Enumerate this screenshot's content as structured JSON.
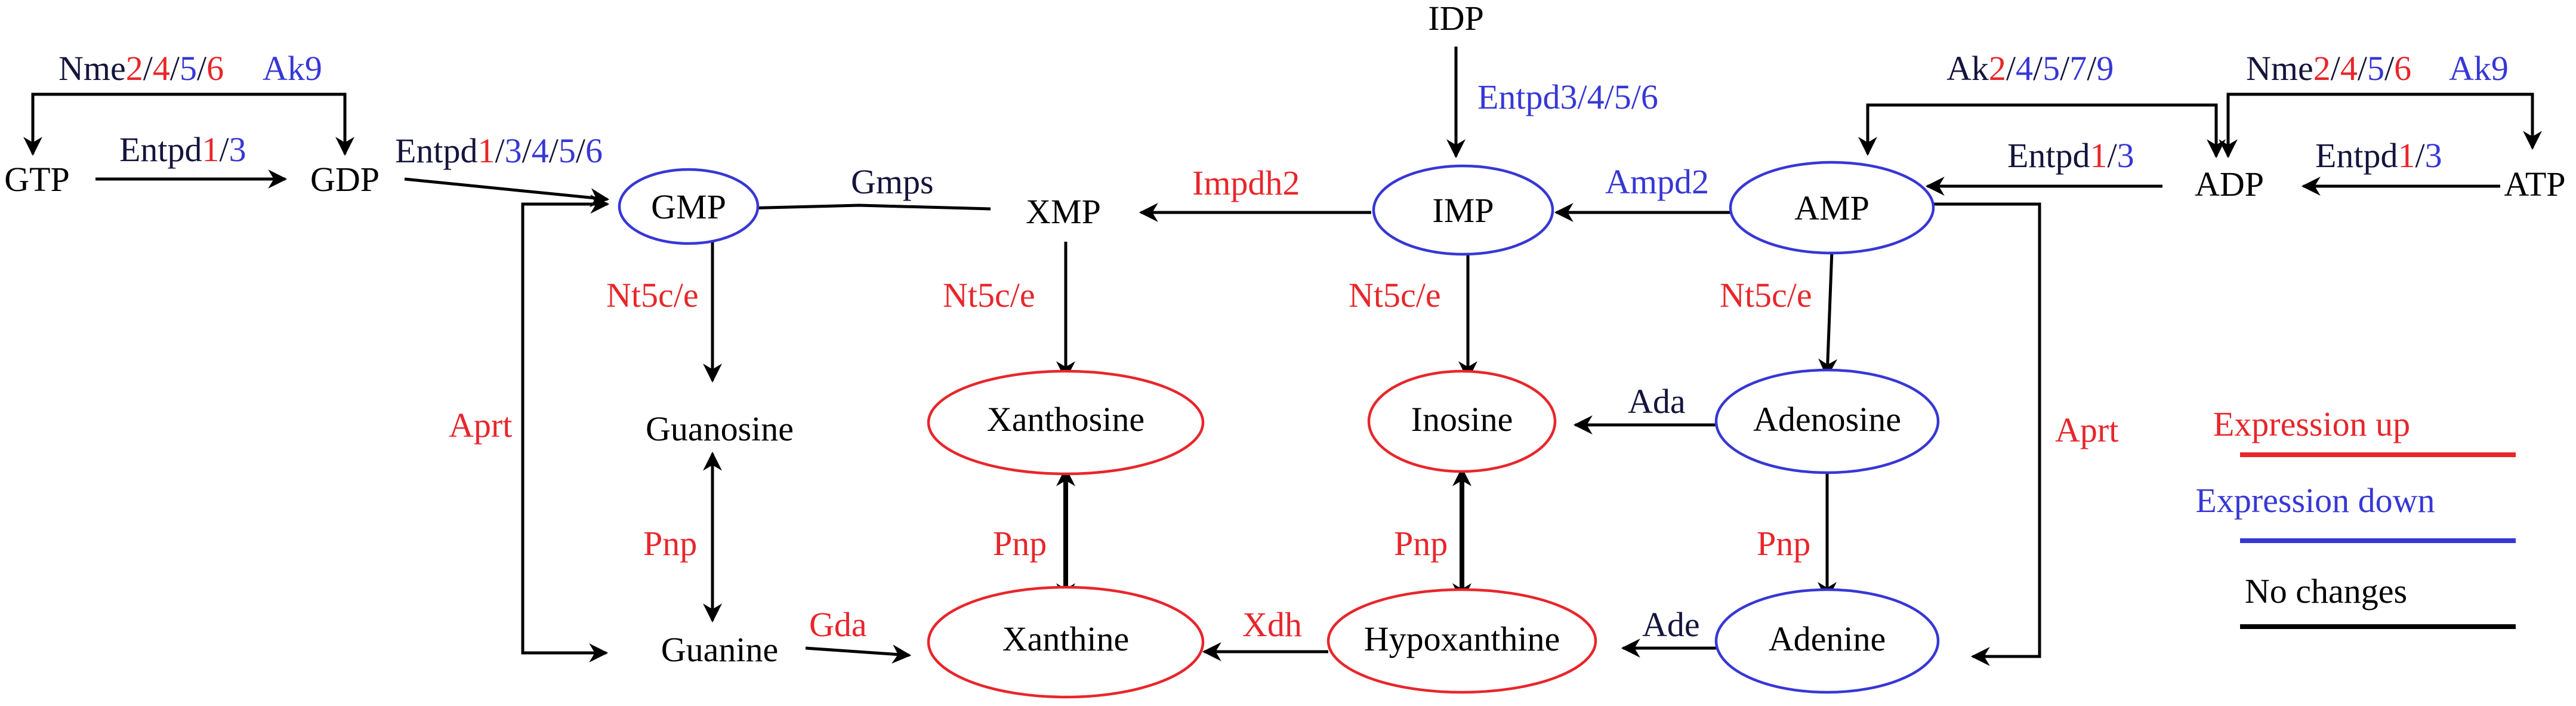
{
  "colors": {
    "up": "#e8262b",
    "down": "#3737d6",
    "none": "#000000",
    "label_dark": "#14143c"
  },
  "nodes": {
    "gtp": "GTP",
    "gdp": "GDP",
    "idp": "IDP",
    "adp": "ADP",
    "atp": "ATP",
    "xmp": "XMP",
    "gmp": "GMP",
    "imp": "IMP",
    "amp": "AMP",
    "guanosine": "Guanosine",
    "xanthosine": "Xanthosine",
    "inosine": "Inosine",
    "adenosine": "Adenosine",
    "guanine": "Guanine",
    "xanthine": "Xanthine",
    "hypoxanthine": "Hypoxanthine",
    "adenine": "Adenine"
  },
  "enzymes": {
    "nme_left": [
      "Nme",
      "2",
      "/",
      "4",
      "/",
      "5",
      "/",
      "6"
    ],
    "ak9_left": "Ak9",
    "entpd_gtp_gdp": [
      "Entpd",
      "1",
      "/",
      "3"
    ],
    "entpd_gdp_gmp": [
      "Entpd",
      "1",
      "/",
      "3",
      "/",
      "4",
      "/",
      "5",
      "/",
      "6"
    ],
    "gmps": "Gmps",
    "impdh2": "Impdh2",
    "entpd_idp_imp": "Entpd3/4/5/6",
    "ampd2": "Ampd2",
    "ak_top": [
      "Ak",
      "2",
      "/",
      "4",
      "/",
      "5",
      "/",
      "7",
      "/",
      "9"
    ],
    "nme_right": [
      "Nme",
      "2",
      "/",
      "4",
      "/",
      "5",
      "/",
      "6"
    ],
    "ak9_right": "Ak9",
    "entpd_adp_amp": [
      "Entpd",
      "1",
      "/",
      "3"
    ],
    "entpd_atp_adp": [
      "Entpd",
      "1",
      "/",
      "3"
    ],
    "nt5c_gmp": "Nt5c/e",
    "nt5c_xmp": "Nt5c/e",
    "nt5c_imp": "Nt5c/e",
    "nt5c_amp": "Nt5c/e",
    "ada": "Ada",
    "aprt_left": "Aprt",
    "aprt_right": "Aprt",
    "pnp_guanosine": "Pnp",
    "pnp_xanthosine": "Pnp",
    "pnp_inosine": "Pnp",
    "pnp_adenosine": "Pnp",
    "gda": "Gda",
    "xdh": "Xdh",
    "ade": "Ade"
  },
  "legend": {
    "up": "Expression up",
    "down": "Expression down",
    "none": "No changes"
  }
}
